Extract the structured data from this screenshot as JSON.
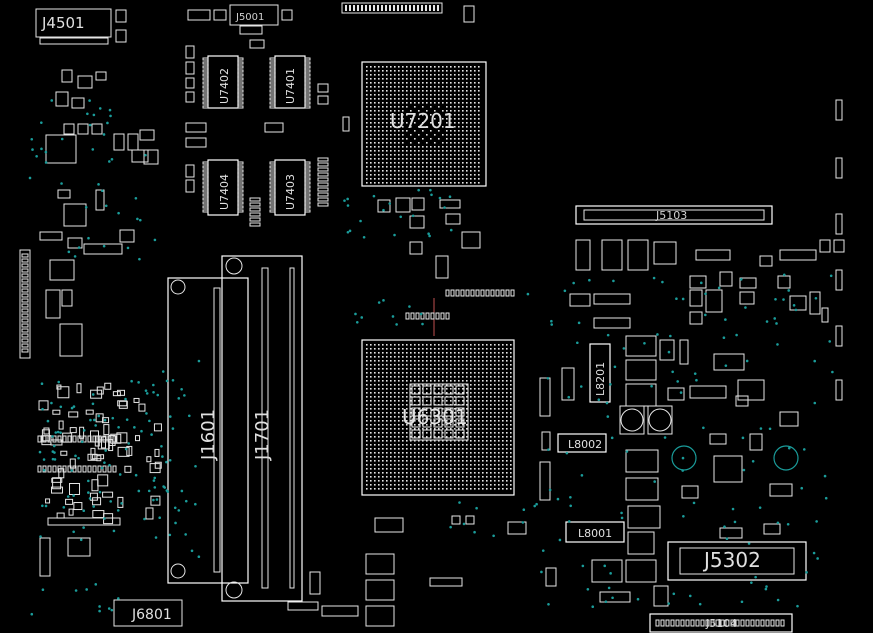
{
  "board": {
    "background": "#000000",
    "silkscreen_color": "#e6e6e6",
    "via_color": "#1a9c9a",
    "marker_color": "#c05050"
  },
  "components": {
    "J4501": "J4501",
    "J5001": "J5001",
    "U7402": "U7402",
    "U7401": "U7401",
    "U7404": "U7404",
    "U7403": "U7403",
    "U7201": "U7201",
    "J5103": "J5103",
    "J1601": "J1601",
    "J1701": "J1701",
    "U6301": "U6301",
    "L8201": "L8201",
    "L8002": "L8002",
    "L8001": "L8001",
    "J5302": "J5302",
    "J5104": "J5104",
    "J6801": "J6801"
  }
}
